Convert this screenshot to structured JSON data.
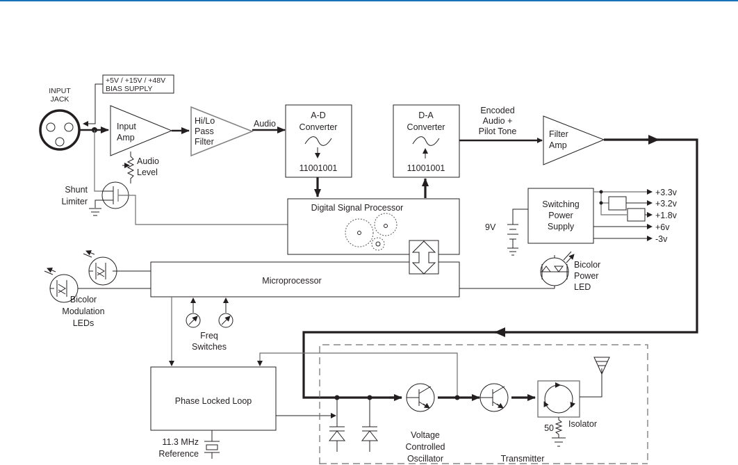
{
  "page": {
    "accent_color": "#1a73b8",
    "line_color": "#231f20"
  },
  "diagram": {
    "input_jack": {
      "line1": "INPUT",
      "line2": "JACK"
    },
    "bias_supply": {
      "line1": "+5V / +15V / +48V",
      "line2": "BIAS SUPPLY"
    },
    "input_amp": {
      "line1": "Input",
      "line2": "Amp"
    },
    "audio_level": {
      "line1": "Audio",
      "line2": "Level"
    },
    "shunt_limiter": {
      "line1": "Shunt",
      "line2": "Limiter"
    },
    "hilo_filter": {
      "line1": "Hi/Lo",
      "line2": "Pass",
      "line3": "Filter"
    },
    "audio_label": "Audio",
    "ad_converter": {
      "line1": "A-D",
      "line2": "Converter",
      "bits": "11001001"
    },
    "da_converter": {
      "line1": "D-A",
      "line2": "Converter",
      "bits": "11001001"
    },
    "encoded_label": {
      "line1": "Encoded",
      "line2": "Audio +",
      "line3": "Pilot Tone"
    },
    "filter_amp": {
      "line1": "Filter",
      "line2": "Amp"
    },
    "dsp": {
      "label": "Digital Signal Processor"
    },
    "power_supply": {
      "line1": "Switching",
      "line2": "Power",
      "line3": "Supply",
      "battery": "9V",
      "outputs": [
        "+3.3v",
        "+3.2v",
        "+1.8v",
        "+6v",
        "-3v"
      ]
    },
    "microprocessor": {
      "label": "Microprocessor"
    },
    "power_led": {
      "line1": "Bicolor",
      "line2": "Power",
      "line3": "LED"
    },
    "modulation_leds": {
      "line1": "Bicolor",
      "line2": "Modulation",
      "line3": "LEDs"
    },
    "freq_switches": {
      "line1": "Freq",
      "line2": "Switches"
    },
    "pll": {
      "label": "Phase Locked Loop"
    },
    "reference": {
      "line1": "11.3 MHz",
      "line2": "Reference"
    },
    "vco": {
      "line1": "Voltage",
      "line2": "Controlled",
      "line3": "Oscillator"
    },
    "transmitter": {
      "label": "Transmitter"
    },
    "isolator": {
      "label": "Isolator",
      "resistor": "50"
    }
  }
}
